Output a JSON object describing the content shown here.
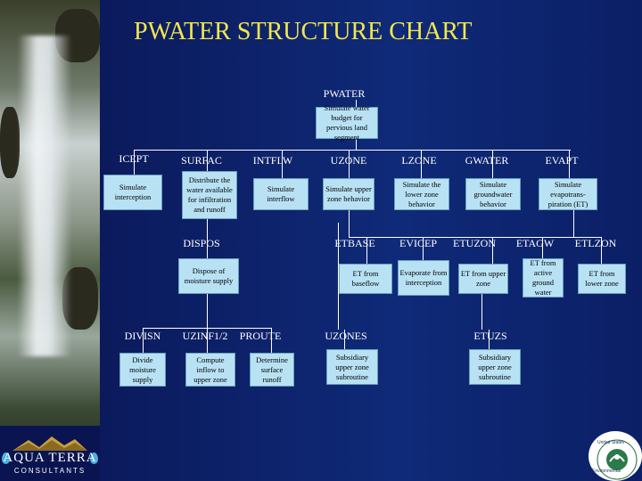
{
  "title": "PWATER STRUCTURE CHART",
  "colors": {
    "title": "#f2e74c",
    "box_fill": "#b8e2f4",
    "background": "#0f2a78"
  },
  "nodes": {
    "pwater": {
      "label": "PWATER",
      "desc": "Simulate water budget for pervious land segment"
    },
    "icept": {
      "label": "ICEPT",
      "desc": "Simulate interception"
    },
    "surfac": {
      "label": "SURFAC",
      "desc": "Distribute the water available for infiltration and runoff"
    },
    "intflw": {
      "label": "INTFLW",
      "desc": "Simulate interflow"
    },
    "uzone": {
      "label": "UZONE",
      "desc": "Simulate upper zone behavior"
    },
    "lzone": {
      "label": "LZONE",
      "desc": "Simulate the lower zone behavior"
    },
    "gwater": {
      "label": "GWATER",
      "desc": "Simulate groundwater behavior"
    },
    "evapt": {
      "label": "EVAPT",
      "desc": "Simulate evapotrans- piration (ET)"
    },
    "dispos": {
      "label": "DISPOS",
      "desc": "Dispose of moisture supply"
    },
    "etbase": {
      "label": "ETBASE",
      "desc": "ET from baseflow"
    },
    "evicep": {
      "label": "EVICEP",
      "desc": "Evaporate from interception"
    },
    "etuzon": {
      "label": "ETUZON",
      "desc": "ET from upper zone"
    },
    "etagw": {
      "label": "ETAGW",
      "desc": "ET from active ground water"
    },
    "etlzon": {
      "label": "ETLZON",
      "desc": "ET from lower zone"
    },
    "divisn": {
      "label": "DIVISN",
      "desc": "Divide moisture supply"
    },
    "uzinf": {
      "label": "UZINF1/2",
      "desc": "Compute inflow to upper zone"
    },
    "proute": {
      "label": "PROUTE",
      "desc": "Determine surface runoff"
    },
    "uzones": {
      "label": "UZONES",
      "desc": "Subsidiary upper zone subroutine"
    },
    "etuzs": {
      "label": "ETUZS",
      "desc": "Subsidiary upper zone subroutine"
    }
  },
  "logo": {
    "name": "AQUA TERRA",
    "sub": "CONSULTANTS",
    "icon": "mountain-drops-logo"
  },
  "seal": {
    "icon": "epa-seal",
    "text": "United States Environmental Protection Agency"
  }
}
